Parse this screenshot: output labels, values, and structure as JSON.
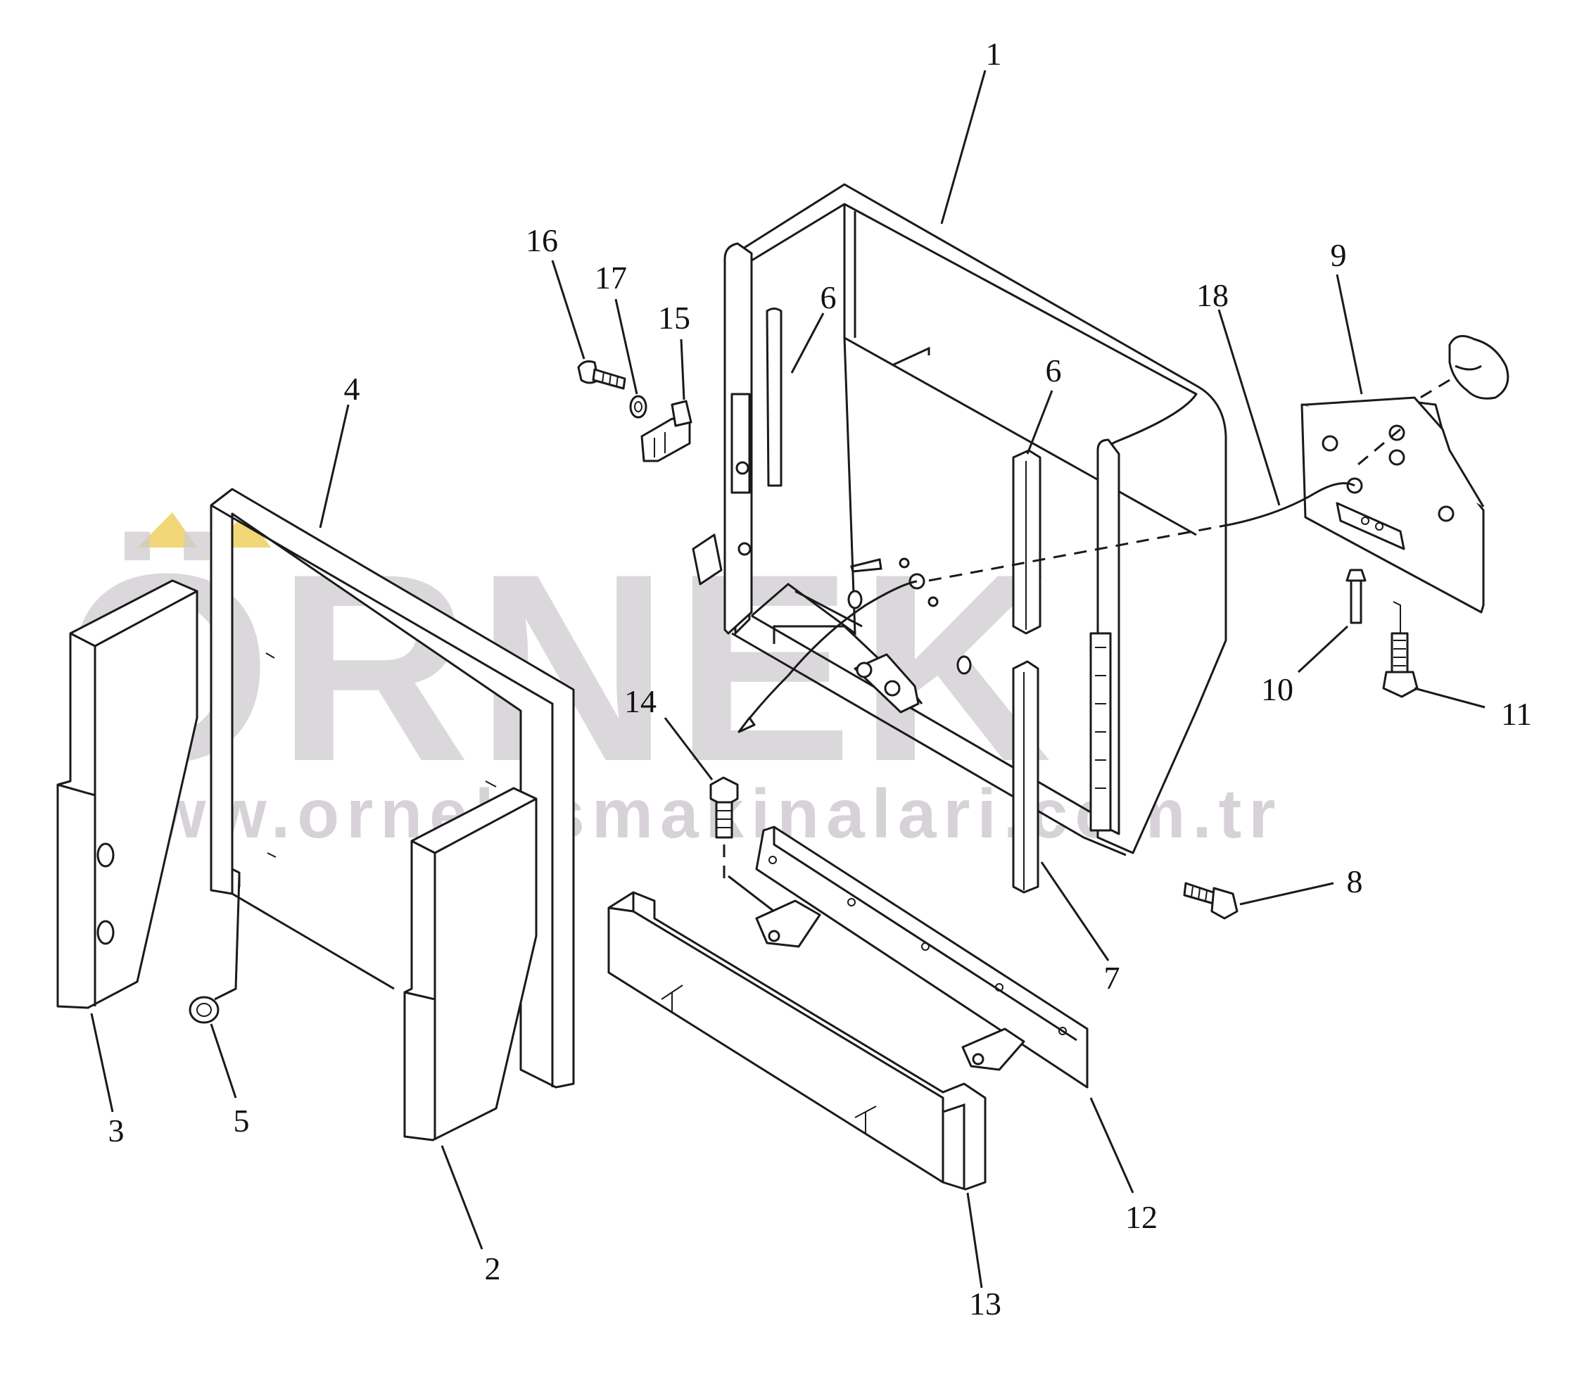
{
  "watermark": {
    "brand": "ÖRNEK",
    "url": "www.ornekismakinalari.com.tr",
    "brand_color": "#cfcbd1",
    "accent_color": "#f1d777"
  },
  "callouts": {
    "c1": "1",
    "c2": "2",
    "c3": "3",
    "c4": "4",
    "c5": "5",
    "c6a": "6",
    "c6b": "6",
    "c7": "7",
    "c8": "8",
    "c9": "9",
    "c10": "10",
    "c11": "11",
    "c12": "12",
    "c13": "13",
    "c14": "14",
    "c15": "15",
    "c16": "16",
    "c17": "17",
    "c18": "18"
  }
}
